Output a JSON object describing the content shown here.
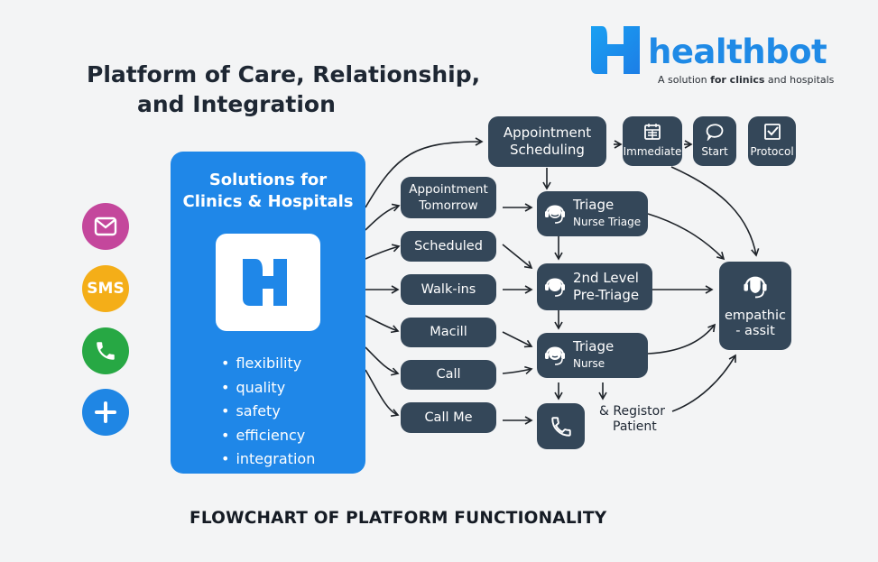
{
  "header": {
    "title_line1": "Platform of Care, Relationship,",
    "title_line2": "and Integration"
  },
  "brand": {
    "name": "healthbot",
    "tagline_pre": "A solution ",
    "tagline_b1": "for clinics",
    "tagline_post": " and hospitals",
    "color": "#1f8ae6"
  },
  "channels": [
    {
      "name": "email",
      "icon": "envelope-icon",
      "label": "",
      "color": "#c4479c"
    },
    {
      "name": "sms",
      "icon": "",
      "label": "SMS",
      "color": "#f4ae18"
    },
    {
      "name": "phone",
      "icon": "phone-icon",
      "label": "",
      "color": "#27a844"
    },
    {
      "name": "more",
      "icon": "plus-icon",
      "label": "",
      "color": "#1f86e4"
    }
  ],
  "main_panel": {
    "title_line1": "Solutions for",
    "title_line2": "Clinics & Hospitals",
    "icon": "h-logo-icon",
    "features": [
      "flexibility",
      "quality",
      "safety",
      "efficiency",
      "integration"
    ],
    "color": "#1f87e8"
  },
  "entry_nodes": [
    {
      "id": "appt-scheduling",
      "line1": "Appointment",
      "line2": "Scheduling"
    },
    {
      "id": "appt-tomorrow",
      "line1": "Appointment",
      "line2": "Tomorrow"
    },
    {
      "id": "scheduled",
      "line1": "Scheduled"
    },
    {
      "id": "walk-ins",
      "line1": "Walk-ins"
    },
    {
      "id": "macill",
      "line1": "Macill"
    },
    {
      "id": "call",
      "line1": "Call"
    },
    {
      "id": "call-me",
      "line1": "Call Me"
    }
  ],
  "action_nodes": [
    {
      "id": "immediate",
      "label": "Immediate",
      "icon": "calendar-icon"
    },
    {
      "id": "start",
      "label": "Start",
      "icon": "chat-bubble-icon"
    },
    {
      "id": "protocol",
      "label": "Protocol",
      "icon": "checkbox-icon"
    }
  ],
  "triage_nodes": [
    {
      "id": "triage-nurse-triage",
      "title": "Triage",
      "sub": "Nurse Triage",
      "icon": "headset-agent-icon"
    },
    {
      "id": "second-level",
      "title": "2nd Level",
      "sub": "Pre-Triage",
      "icon": "headset-agent-icon"
    },
    {
      "id": "triage-nurse",
      "title": "Triage",
      "sub": "Nurse",
      "icon": "headset-agent-icon"
    }
  ],
  "phone_node": {
    "icon": "phone-icon"
  },
  "register": {
    "line1": "& Registor",
    "line2": "Patient"
  },
  "assist_node": {
    "line1": "empathic",
    "line2": "- assit",
    "icon": "headset-agent-icon"
  },
  "footer": {
    "title": "FLOWCHART OF PLATFORM FUNCTIONALITY"
  },
  "colors": {
    "node": "#344759",
    "background": "#f3f4f5",
    "arrow": "#1e2329"
  }
}
